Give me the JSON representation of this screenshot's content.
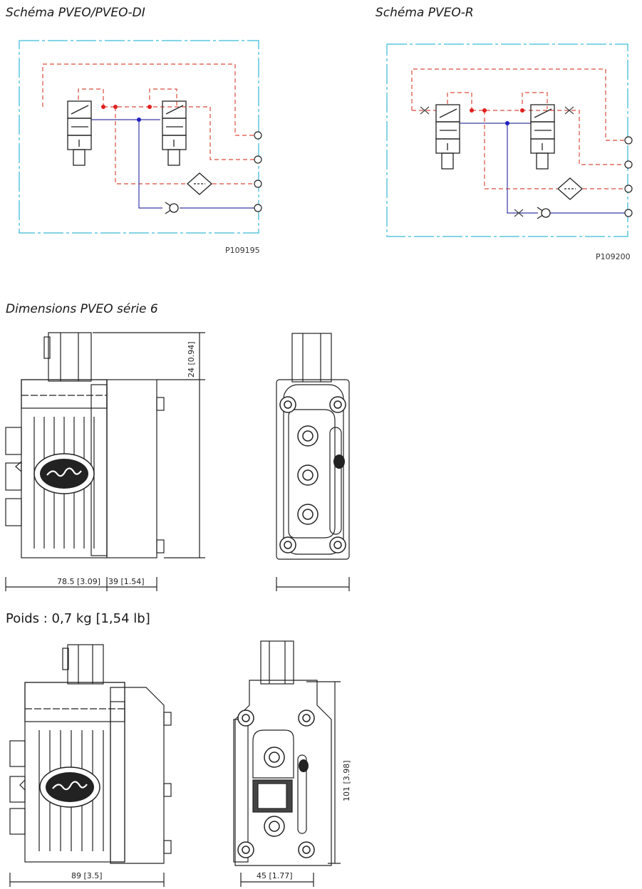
{
  "titles": {
    "schema_left": "Schéma PVEO/PVEO-DI",
    "schema_right": "Schéma PVEO-R",
    "dimensions": "Dimensions PVEO série 6",
    "weight": "Poids : 0,7 kg [1,54 lb]"
  },
  "part_numbers": {
    "left": "P109195",
    "right": "P109200"
  },
  "dimensions": {
    "top_height": "24 [0.94]",
    "top_width": "78.5 [3.09]",
    "top_side_width": "39 [1.54]",
    "bottom_width": "89 [3.5]",
    "bottom_height": "101 [3.98]",
    "bottom_side_width": "45 [1.77]"
  },
  "colors": {
    "frame": "#5bc6de",
    "pilot_line": "#d94c3c",
    "pressure_line": "#3a3aa8",
    "node_red": "#e02020",
    "node_blue": "#2020c0",
    "drawing": "#222222"
  }
}
